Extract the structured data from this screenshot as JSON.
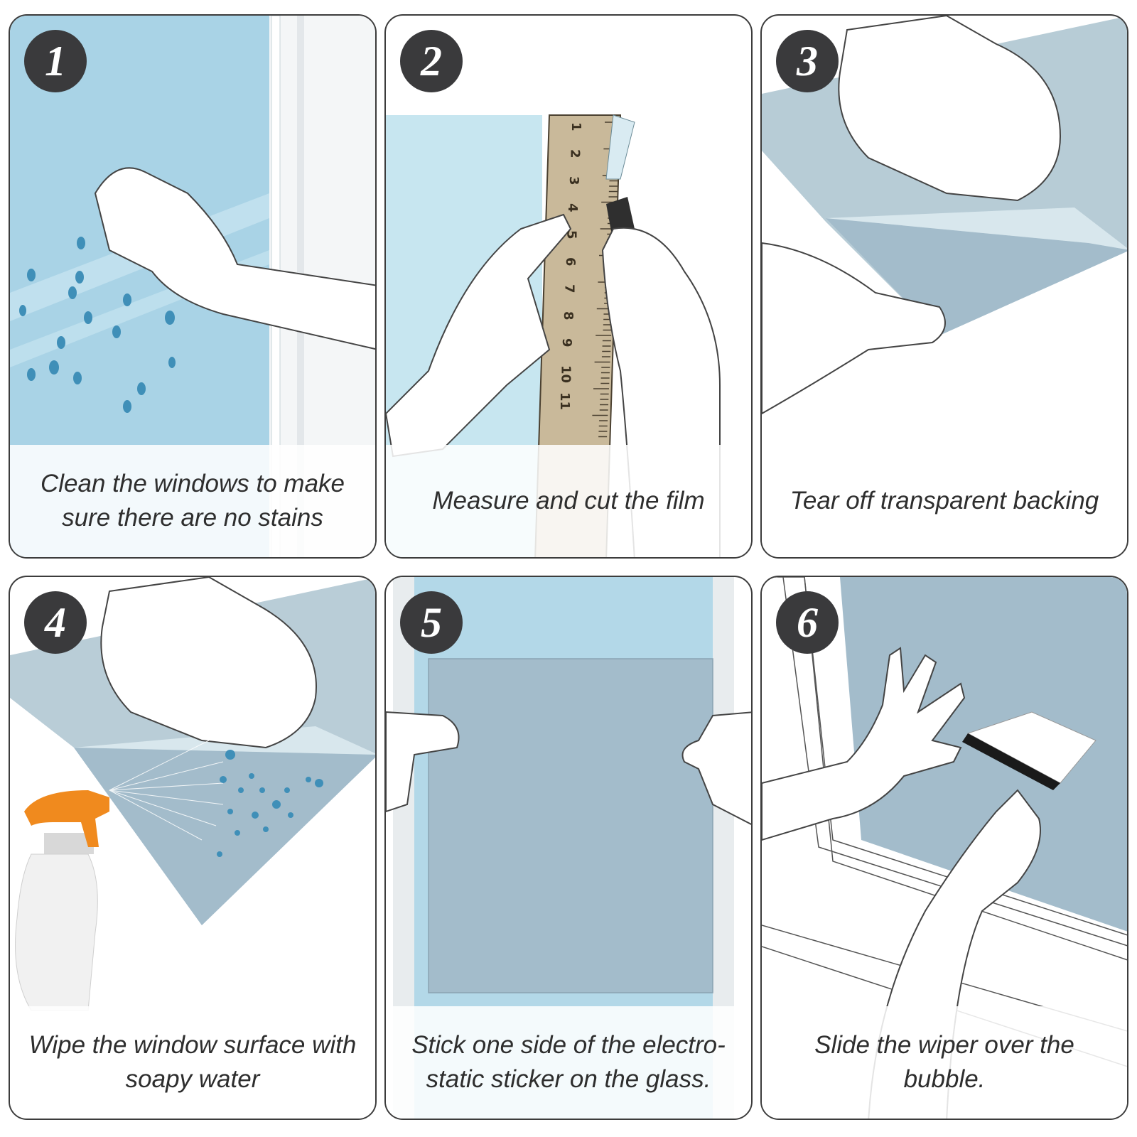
{
  "steps": [
    {
      "number": "1",
      "caption": "Clean the windows to make sure there are no stains"
    },
    {
      "number": "2",
      "caption": "Measure and cut the film"
    },
    {
      "number": "3",
      "caption": "Tear off transparent backing"
    },
    {
      "number": "4",
      "caption": "Wipe the window surface with soapy water"
    },
    {
      "number": "5",
      "caption": "Stick one side of the electro-static sticker on the glass."
    },
    {
      "number": "6",
      "caption": "Slide the wiper over the bubble."
    }
  ],
  "ruler_marks": [
    "1",
    "2",
    "3",
    "4",
    "5",
    "6",
    "7",
    "8",
    "9",
    "10",
    "11"
  ],
  "colors": {
    "glass": "#a9d3e6",
    "film": "#a3bccb",
    "badge": "#3a3a3c",
    "spray_trigger": "#f08a1e",
    "water_drop": "#3f8fb8",
    "ruler": "#c9b99a"
  }
}
